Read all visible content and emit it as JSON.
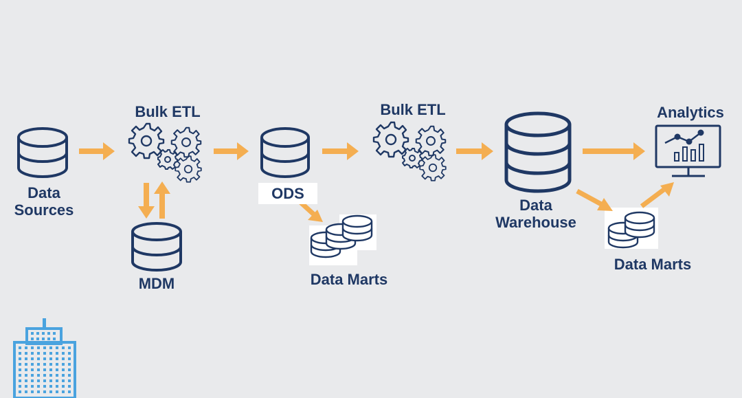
{
  "colors": {
    "background": "#e9eaec",
    "navy": "#1f3864",
    "arrow": "#f4ae51",
    "building": "#4aa3df"
  },
  "nodes": {
    "data_sources": {
      "line1": "Data",
      "line2": "Sources",
      "icon": "database-icon"
    },
    "bulk_etl_1": {
      "label": "Bulk ETL",
      "icon": "gears-icon"
    },
    "mdm": {
      "label": "MDM",
      "icon": "database-icon"
    },
    "ods": {
      "label": "ODS",
      "icon": "database-icon"
    },
    "data_marts_1": {
      "label": "Data Marts",
      "icon": "database-stack-icon"
    },
    "bulk_etl_2": {
      "label": "Bulk ETL",
      "icon": "gears-icon"
    },
    "data_warehouse": {
      "line1": "Data",
      "line2": "Warehouse",
      "icon": "database-icon"
    },
    "data_marts_2": {
      "label": "Data Marts",
      "icon": "database-stack-icon"
    },
    "analytics": {
      "label": "Analytics",
      "icon": "analytics-monitor-icon"
    }
  },
  "corner_icon": "building-icon"
}
